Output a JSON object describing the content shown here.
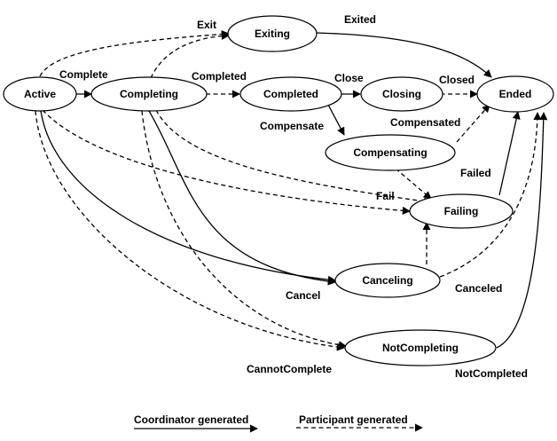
{
  "states": {
    "active": "Active",
    "completing": "Completing",
    "completed": "Completed",
    "closing": "Closing",
    "ended": "Ended",
    "exiting": "Exiting",
    "compensating": "Compensating",
    "failing": "Failing",
    "canceling": "Canceling",
    "not_completing": "NotCompleting"
  },
  "transitions": {
    "exit": "Exit",
    "exited": "Exited",
    "complete": "Complete",
    "completed": "Completed",
    "close": "Close",
    "closed": "Closed",
    "compensate": "Compensate",
    "compensated": "Compensated",
    "failed": "Failed",
    "fail": "Fail",
    "cancel": "Cancel",
    "canceled": "Canceled",
    "cannot_complete": "CannotComplete",
    "not_completed": "NotCompleted"
  },
  "legend": {
    "coordinator": "Coordinator generated",
    "participant": "Participant generated"
  }
}
